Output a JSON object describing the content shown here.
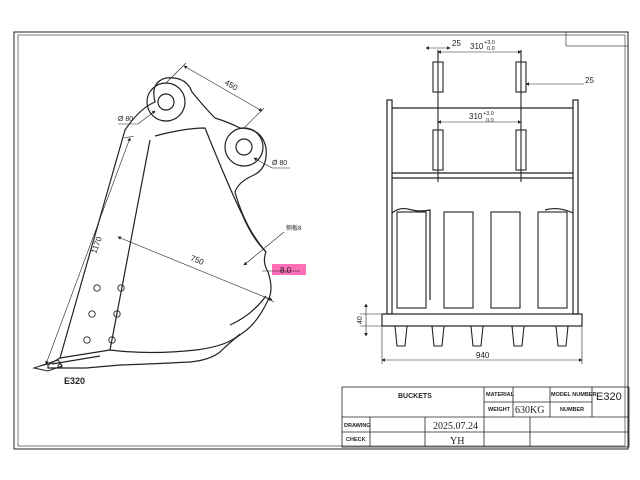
{
  "side_view": {
    "pin_length": "450",
    "pin1_dia": "Ø 80",
    "pin2_dia": "Ø 80",
    "height": "1170",
    "depth": "750",
    "plate_note": "侧板8",
    "plate_thickness": "8.0",
    "tip_label": "E320"
  },
  "front_view": {
    "ear_thickness_top": "25",
    "ear_spacing_top": "310",
    "tol_upper_top": "+3.0",
    "tol_lower_top": "0.0",
    "ear_thickness_right": "25",
    "ear_spacing_mid": "310",
    "tol_upper_mid": "+3.0",
    "tol_lower_mid": "0.0",
    "edge_height": "40",
    "overall_width": "940"
  },
  "title_block": {
    "name": "BUCKETS",
    "material_label": "MATERIAL",
    "weight_label": "WEIGHT",
    "weight_value": "630KG",
    "model_label": "MODEL NUMBER",
    "model_value": "E320",
    "number_label": "NUMBER",
    "drawing_label": "DRAWING",
    "date_value": "2025.07.24",
    "check_label": "CHECK",
    "checker_value": "YH"
  },
  "colors": {
    "line": "#222222",
    "highlight": "#ff3fa0"
  }
}
